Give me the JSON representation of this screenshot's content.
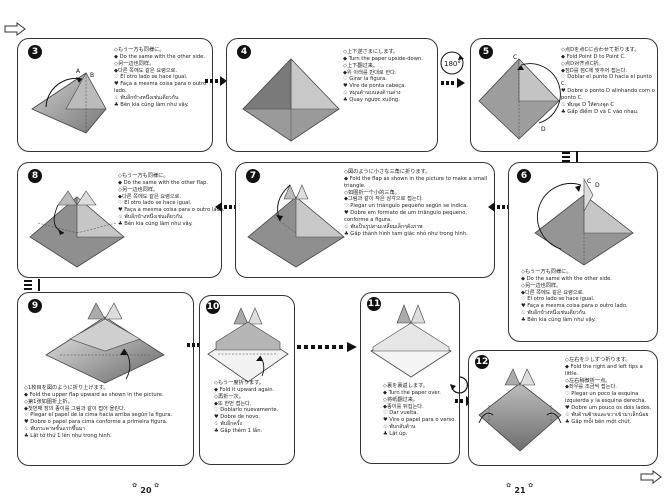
{
  "steps": [
    {
      "num": "3",
      "lines": [
        "◇もう一方も同様に。",
        "◆ Do the same with the other side.",
        "◇另一边也同样。",
        "◆다른 쪽에도 같은 요령으로.",
        "♡ El otro lado se hace igual.",
        "♥ Faça a mesma coisa para o outro lado.",
        "♧ พับอีกข้างหนึ่งเช่นเดียวกัน",
        "♣ Bên kia cũng làm như vậy."
      ],
      "labels": [
        "A",
        "B"
      ]
    },
    {
      "num": "4",
      "lines": [
        "◇上下逆さまにします。",
        "◆ Turn the paper upside-down.",
        "◇上下翻过来。",
        "◆위 아래를 반대로 한다.",
        "♡ Girar la figura.",
        "♥ Vire de ponta cabeça.",
        "♧ หมุนด้านบนลงด้านล่าง",
        "♣ Quay ngược xuống."
      ],
      "labels": [
        "180°"
      ]
    },
    {
      "num": "5",
      "lines": [
        "◇点Dを点Cに合わせて折ります。",
        "◆ Fold Point D to Point C.",
        "◇点D对齐点C折。",
        "◆점D를 점C에 맞추어 접는다.",
        "♡ Doblar el punto D hacia el punto C.",
        "♥ Dobre o ponto D alinhando com o ponto C.",
        "♧ พับจุด D ให้ตรงจุด C",
        "♣ Gấp điểm D và C vào nhau."
      ],
      "labels": [
        "C",
        "D"
      ]
    },
    {
      "num": "6",
      "lines": [
        "◇もう一方も同様に。",
        "◆ Do the same with the other side.",
        "◇另一边也同样。",
        "◆다른 쪽에도 같은 요령으로.",
        "♡ El otro lado se hace igual.",
        "♥ Faça a mesma coisa para o outro lado.",
        "♧ พับอีกข้างหนึ่งเช่นเดียวกัน",
        "♣ Bên kia cũng làm như vậy."
      ],
      "labels": [
        "C",
        "D"
      ]
    },
    {
      "num": "7",
      "lines": [
        "◇図のように小さな三角に折ります。",
        "◆ Fold the flap as shown in the picture to make a small triangle.",
        "◇如图折一个小的三角。",
        "◆그림과 같이 작은 삼각으로 접는다.",
        "♡ Plegar un triángulo pequeño según se indica.",
        "♥ Dobre em formato de um triângulo pequeno, conforme a figura.",
        "♧ พับเป็นรูปสามเหลี่ยมเล็กๆดังภาพ",
        "♣ Gấp thành hình tam giác nhỏ như trong hình."
      ]
    },
    {
      "num": "8",
      "lines": [
        "◇もう一方も同様に。",
        "◆ Do the same with the other flap.",
        "◇另一边也同样。",
        "◆다른 쪽에도 같은 요령으로.",
        "♡ El otro lado se hace igual.",
        "♥ Faça a mesma coisa para o outro lado.",
        "♧ พับอีกข้างหนึ่งเช่นเดียวกัน",
        "♣ Bên kia cũng làm như vậy."
      ]
    },
    {
      "num": "9",
      "lines": [
        "◇1枚目を図のように折り上げます。",
        "◆ Fold the upper flap upward as shown in the picture.",
        "◇第1张如图折上折。",
        "◆첫번째 장의 종이를 그림과 같이 접어 올린다.",
        "♡ Plegar el papel de la cima hacia arriba según la figura.",
        "♥ Dobre o papel para cima conforme a primeira figura.",
        "♧ พับกระดาษชั้นแรกขึ้นมา",
        "♣ Lật tờ thứ 1 lên như trong hình."
      ]
    },
    {
      "num": "10",
      "lines": [
        "◇もう一度折ります。",
        "◆ Fold it upward again.",
        "◇再折一次。",
        "◆또 한번 접는다.",
        "♡ Doblarlo nuevamente.",
        "♥ Dobre de novo.",
        "♧ พับอีกครั้ง",
        "♣ Gấp thêm 1 lần."
      ]
    },
    {
      "num": "11",
      "lines": [
        "◇裏を裏返します。",
        "◆ Turn the paper over.",
        "◇将纸翻过来。",
        "◆종이를 뒤집는다.",
        "♡ Dar vuelta.",
        "♥ Vire o papel para o verso.",
        "♧ พับกลับด้าน",
        "♣ Lật úp."
      ]
    },
    {
      "num": "12",
      "lines": [
        "◇左右を少しずつ折ります。",
        "◆ Fold the right and left tips a little.",
        "◇左右稍微折一点。",
        "◆좌우를 조금씩 접는다.",
        "♡ Plegar un poco la esquina izquierda y la esquina derecha.",
        "♥ Dobre um pouco os dois lados.",
        "♧ พับด้านซ้ายและขวาเข้ามาเล็กน้อย",
        "♣ Gấp mỗi bên một chút."
      ]
    }
  ],
  "page_numbers": {
    "left": "20",
    "right": "21"
  },
  "colors": {
    "paper_dark": "#8c8c8c",
    "paper_light": "#e6e6e6",
    "border": "#333333"
  },
  "icons": [
    "arrow-right-outline-icon",
    "turn-over-icon",
    "rotate-180-icon",
    "line-break-icon"
  ]
}
